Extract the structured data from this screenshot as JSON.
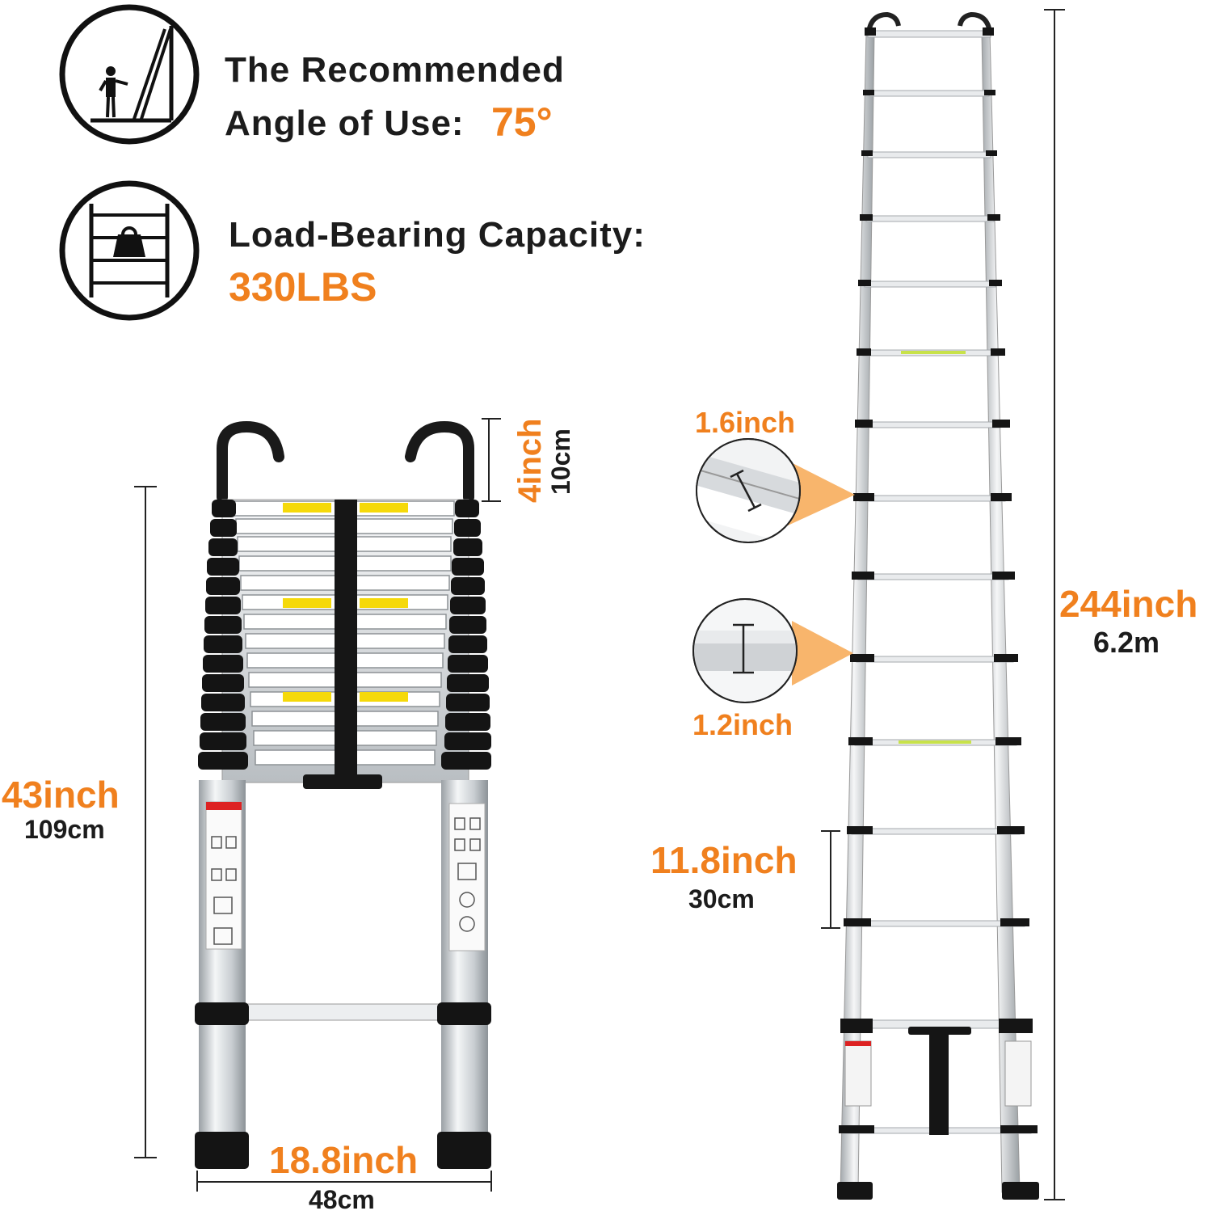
{
  "features": {
    "angle": {
      "icon": "ladder-angle-icon",
      "line1": "The Recommended",
      "line2": "Angle of Use:",
      "value": "75°"
    },
    "load": {
      "icon": "weight-on-ladder-icon",
      "line1": "Load-Bearing Capacity:",
      "value": "330LBS"
    }
  },
  "retracted_ladder": {
    "hook_height_inch": "4inch",
    "hook_height_cm": "10cm",
    "height_inch": "43inch",
    "height_cm": "109cm",
    "width_inch": "18.8inch",
    "width_cm": "48cm"
  },
  "extended_ladder": {
    "rung_depth": "1.6inch",
    "rung_height": "1.2inch",
    "rung_spacing_inch": "11.8inch",
    "rung_spacing_cm": "30cm",
    "total_height_inch": "244inch",
    "total_height_m": "6.2m"
  },
  "colors": {
    "accent": "#f0801e",
    "text": "#1c1c1c",
    "metal": "#cfd3d6",
    "black": "#111111"
  }
}
